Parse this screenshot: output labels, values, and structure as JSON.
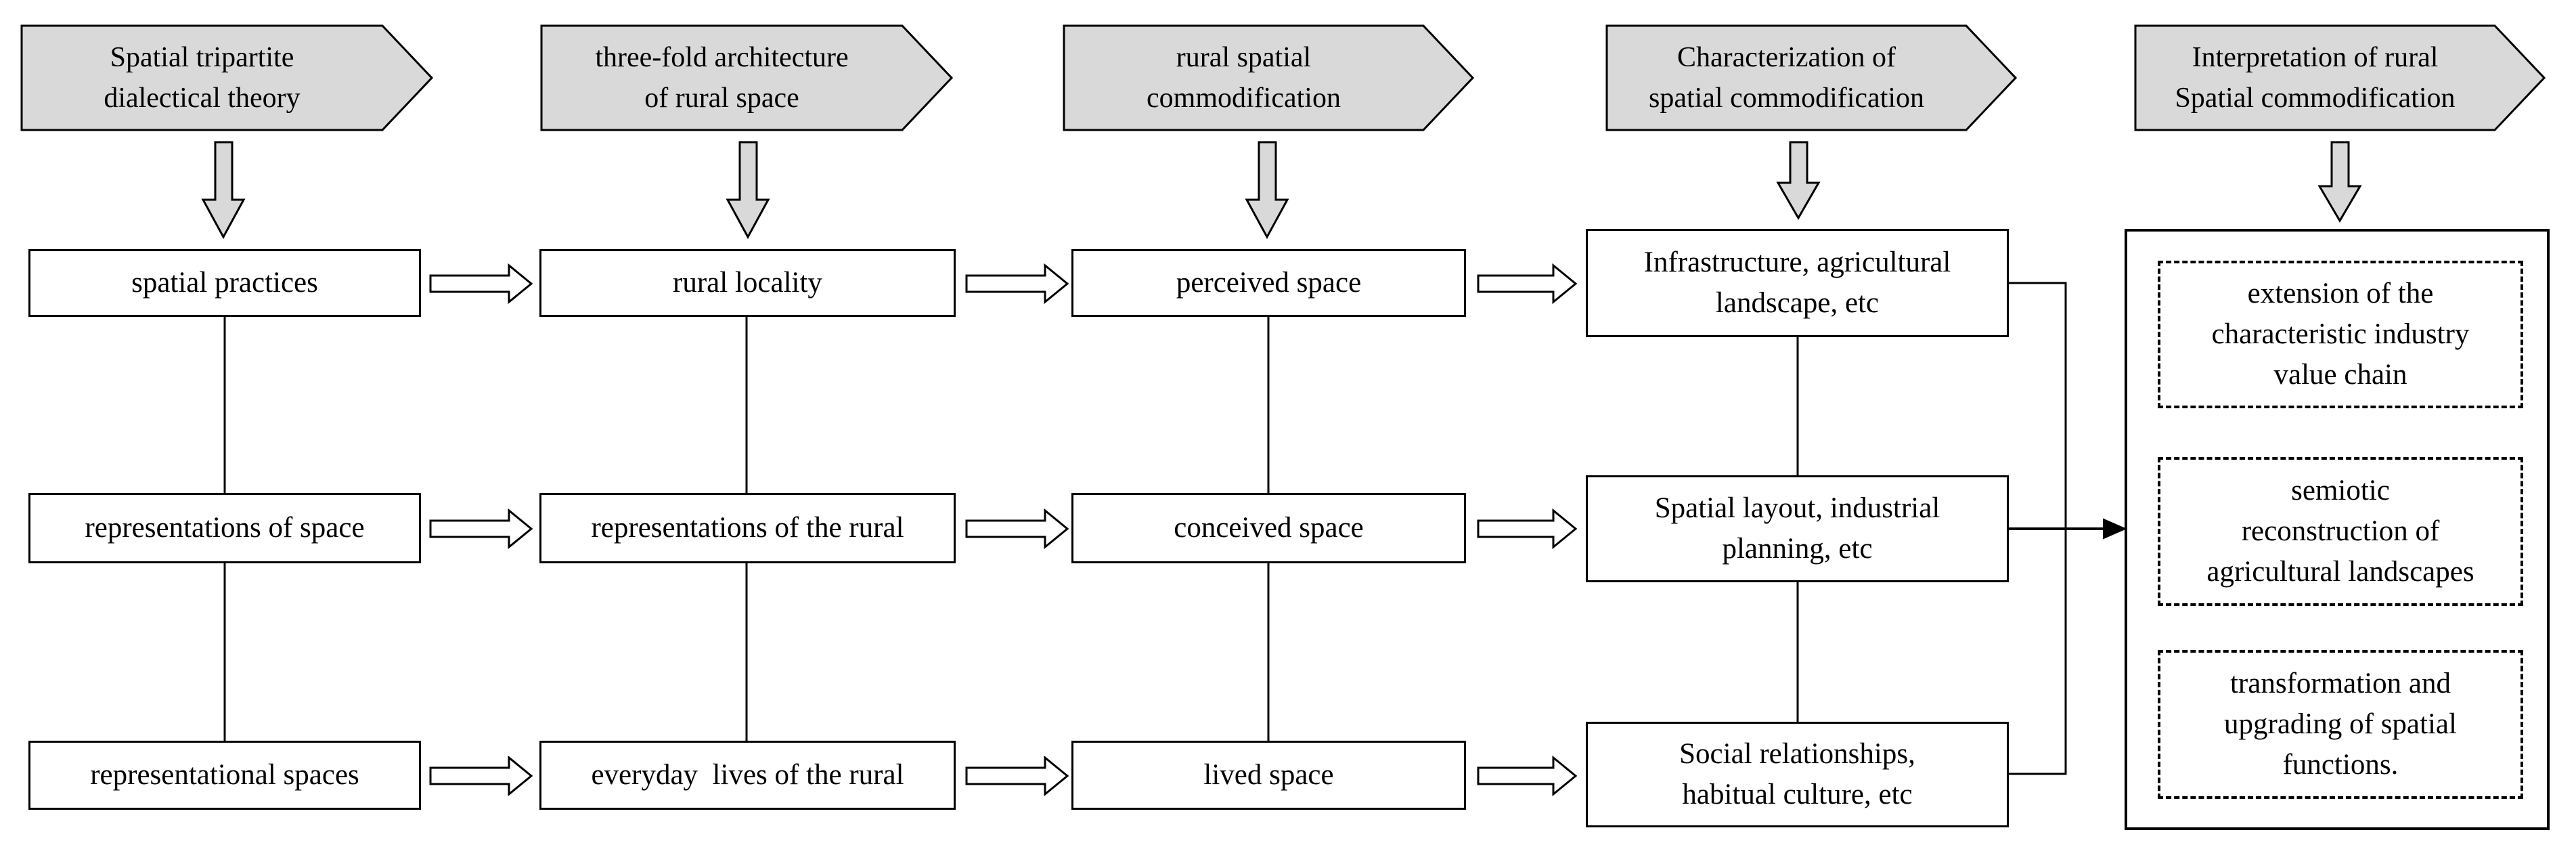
{
  "headers": [
    {
      "line1": "Spatial tripartite",
      "line2": "dialectical theory"
    },
    {
      "line1": "three-fold architecture",
      "line2": "of rural space"
    },
    {
      "line1": "rural spatial",
      "line2": "commodification"
    },
    {
      "line1": "Characterization of",
      "line2": "spatial commodification"
    },
    {
      "line1": "Interpretation of rural",
      "line2": "Spatial commodification"
    }
  ],
  "columns": [
    {
      "rows": [
        "spatial practices",
        "representations of space",
        "representational spaces"
      ]
    },
    {
      "rows": [
        "rural locality",
        "representations of the rural",
        "everyday  lives of the rural"
      ]
    },
    {
      "rows": [
        "perceived space",
        "conceived space",
        "lived space"
      ]
    },
    {
      "rows": [
        {
          "line1": "Infrastructure, agricultural",
          "line2": "landscape, etc"
        },
        {
          "line1": "Spatial layout, industrial",
          "line2": "planning, etc"
        },
        {
          "line1": "Social relationships,",
          "line2": "habitual culture, etc"
        }
      ]
    }
  ],
  "interpretation_items": [
    {
      "line1": "extension of the",
      "line2": "characteristic industry",
      "line3": "value chain"
    },
    {
      "line1": "semiotic",
      "line2": "reconstruction of",
      "line3": "agricultural landscapes"
    },
    {
      "line1": "transformation and",
      "line2": "upgrading of spatial",
      "line3": "functions."
    }
  ],
  "colors": {
    "header_fill": "#d9d9d9",
    "arrow_fill": "#d9d9d9",
    "stroke": "#000000",
    "background": "#ffffff"
  }
}
